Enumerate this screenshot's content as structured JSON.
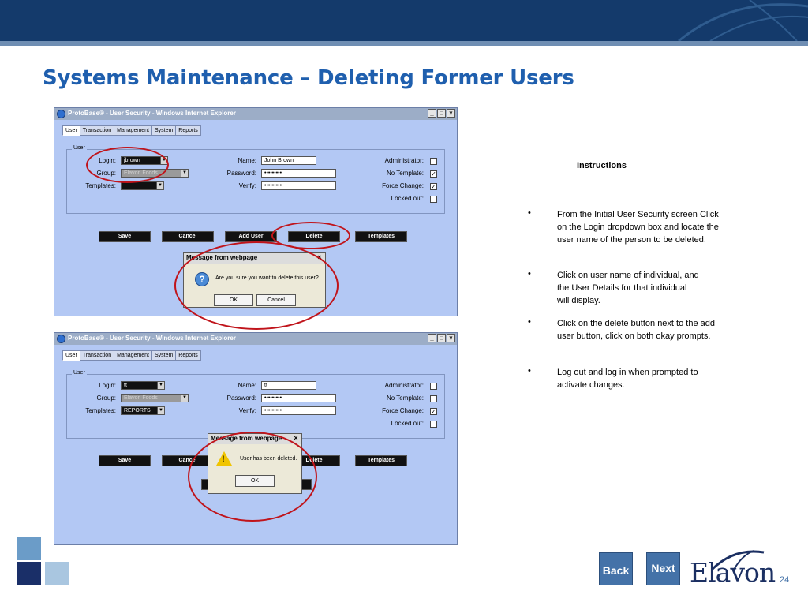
{
  "slide": {
    "title": "Systems Maintenance – Deleting Former Users",
    "page_number": "24",
    "logo_text": "Elavon"
  },
  "window1": {
    "title": "ProtoBase® - User Security - Windows Internet Explorer",
    "tabs": [
      "User",
      "Transaction",
      "Management",
      "System",
      "Reports"
    ],
    "group_label": "User",
    "labels": {
      "login": "Login:",
      "group": "Group:",
      "templates": "Templates:",
      "name": "Name:",
      "password": "Password:",
      "verify": "Verify:",
      "administrator": "Administrator:",
      "no_template": "No Template:",
      "force_change": "Force Change:",
      "locked_out": "Locked out:"
    },
    "values": {
      "login": "jbrown",
      "group": "Elavon Foods",
      "templates": "",
      "name": "John Brown",
      "password": "•••••••••",
      "verify": "•••••••••"
    },
    "checks": {
      "administrator": "",
      "no_template": "✓",
      "force_change": "✓",
      "locked_out": ""
    },
    "buttons": [
      "Save",
      "Cancel",
      "Add User",
      "Delete",
      "Templates"
    ],
    "dialog": {
      "title": "Message from webpage",
      "message": "Are you sure you want to delete this user?",
      "ok": "OK",
      "cancel": "Cancel",
      "icon": "question-icon"
    }
  },
  "window2": {
    "title": "ProtoBase® - User Security - Windows Internet Explorer",
    "tabs": [
      "User",
      "Transaction",
      "Management",
      "System",
      "Reports"
    ],
    "group_label": "User",
    "labels": {
      "login": "Login:",
      "group": "Group:",
      "templates": "Templates:",
      "name": "Name:",
      "password": "Password:",
      "verify": "Verify:",
      "administrator": "Administrator:",
      "no_template": "No Template:",
      "force_change": "Force Change:",
      "locked_out": "Locked out:"
    },
    "values": {
      "login": "tt",
      "group": "Elavon Foods",
      "templates": "REPORTS",
      "name": "tt",
      "password": "•••••••••",
      "verify": "•••••••••"
    },
    "checks": {
      "administrator": "",
      "no_template": "",
      "force_change": "✓",
      "locked_out": ""
    },
    "buttons": [
      "Save",
      "Cancel",
      "Delete",
      "Templates"
    ],
    "dialog": {
      "title": "Message from webpage",
      "message": "User has been deleted.",
      "ok": "OK",
      "icon": "warning-icon"
    }
  },
  "instructions": {
    "title": "Instructions",
    "bullet_char": "•",
    "items": [
      "From the Initial User Security screen Click on the Login dropdown box and locate the user name of the person to be deleted.",
      "Click on user name of individual, and the User Details for that individual will display.",
      "Click on the delete button next to the add user button, click on both okay prompts.",
      "Log out and log in when prompted to activate changes."
    ]
  },
  "nav": {
    "back": "Back",
    "next": "Next"
  },
  "colors": {
    "title_blue": "#1f5fae",
    "banner": "#143a6b",
    "highlight_red": "#c0141b",
    "window_bg": "#b3c8f4"
  }
}
